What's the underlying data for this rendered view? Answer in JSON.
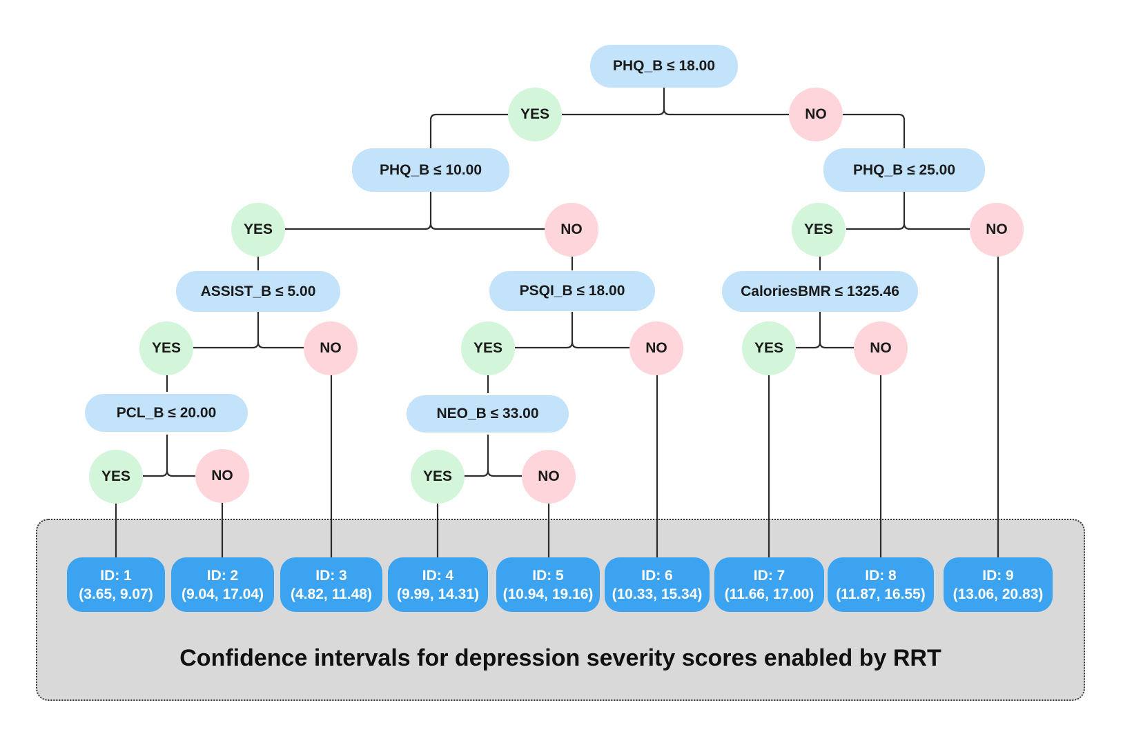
{
  "splits": [
    {
      "id": "root",
      "label": "PHQ_B ≤ 18.00"
    },
    {
      "id": "l1-left",
      "label": "PHQ_B ≤ 10.00"
    },
    {
      "id": "l1-right",
      "label": "PHQ_B ≤ 25.00"
    },
    {
      "id": "assist",
      "label": "ASSIST_B ≤ 5.00"
    },
    {
      "id": "psqi",
      "label": "PSQI_B ≤ 18.00"
    },
    {
      "id": "calories",
      "label": "CaloriesBMR ≤ 1325.46"
    },
    {
      "id": "pcl",
      "label": "PCL_B ≤ 20.00"
    },
    {
      "id": "neo",
      "label": "NEO_B ≤ 33.00"
    }
  ],
  "labels": {
    "yes": "YES",
    "no": "NO"
  },
  "leaves": [
    {
      "id": "ID: 1",
      "interval": "(3.65, 9.07)"
    },
    {
      "id": "ID: 2",
      "interval": "(9.04, 17.04)"
    },
    {
      "id": "ID: 3",
      "interval": "(4.82, 11.48)"
    },
    {
      "id": "ID: 4",
      "interval": "(9.99, 14.31)"
    },
    {
      "id": "ID: 5",
      "interval": "(10.94, 19.16)"
    },
    {
      "id": "ID: 6",
      "interval": "(10.33, 15.34)"
    },
    {
      "id": "ID: 7",
      "interval": "(11.66, 17.00)"
    },
    {
      "id": "ID: 8",
      "interval": "(11.87, 16.55)"
    },
    {
      "id": "ID: 9",
      "interval": "(13.06, 20.83)"
    }
  ],
  "caption": "Confidence intervals for depression severity scores enabled by RRT",
  "colors": {
    "split": "#c3e3fb",
    "yes": "#d3f5d9",
    "no": "#fdd5da",
    "leaf": "#3ba3f0"
  }
}
